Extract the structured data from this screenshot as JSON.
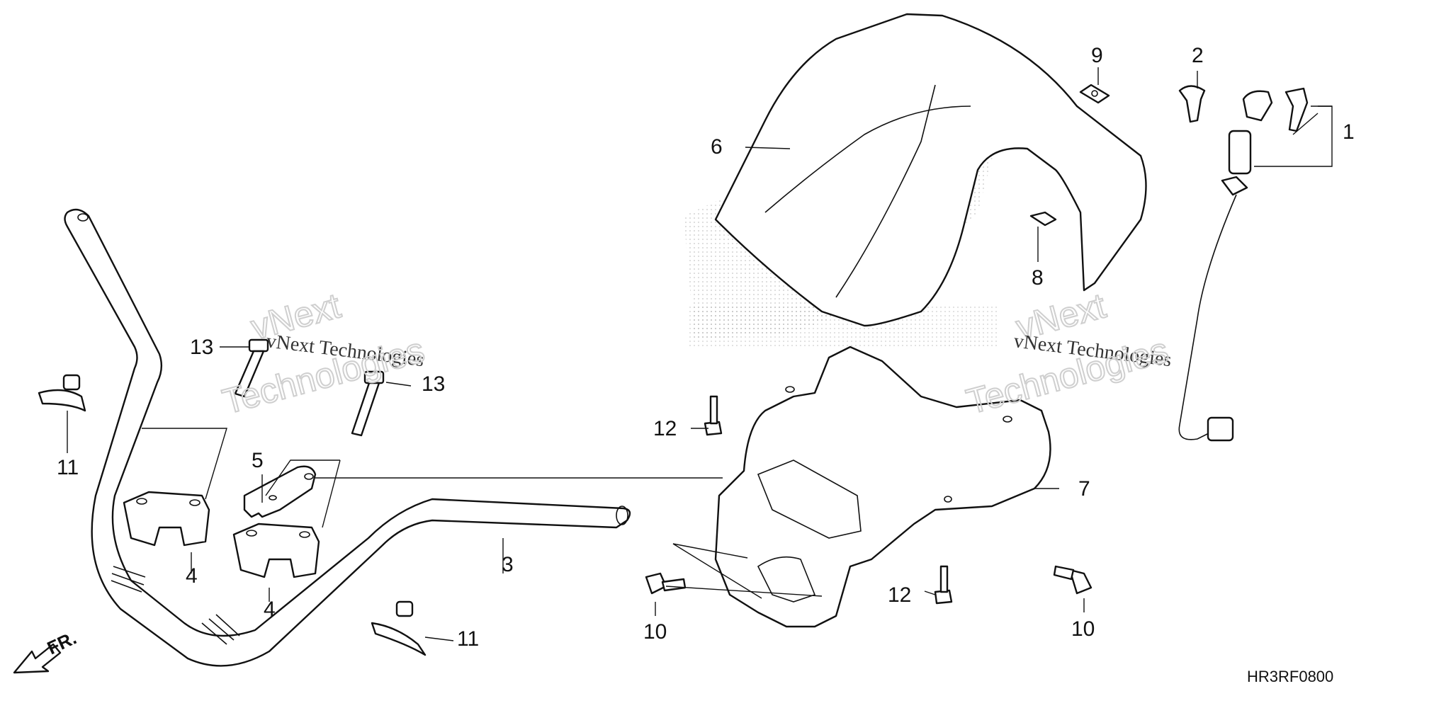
{
  "diagram": {
    "callouts": [
      {
        "id": "c1",
        "label": "1"
      },
      {
        "id": "c2",
        "label": "2"
      },
      {
        "id": "c3",
        "label": "3"
      },
      {
        "id": "c4a",
        "label": "4"
      },
      {
        "id": "c4b",
        "label": "4"
      },
      {
        "id": "c5",
        "label": "5"
      },
      {
        "id": "c6",
        "label": "6"
      },
      {
        "id": "c7",
        "label": "7"
      },
      {
        "id": "c8",
        "label": "8"
      },
      {
        "id": "c9",
        "label": "9"
      },
      {
        "id": "c10a",
        "label": "10"
      },
      {
        "id": "c10b",
        "label": "10"
      },
      {
        "id": "c11a",
        "label": "11"
      },
      {
        "id": "c11b",
        "label": "11"
      },
      {
        "id": "c12a",
        "label": "12"
      },
      {
        "id": "c12b",
        "label": "12"
      },
      {
        "id": "c13a",
        "label": "13"
      },
      {
        "id": "c13b",
        "label": "13"
      }
    ],
    "direction_label": "FR.",
    "diagram_code": "HR3RF0800",
    "watermarks": [
      {
        "line1": "vNext",
        "line2": "vNext Technologies",
        "line3": "Technologies"
      },
      {
        "line1": "vNext",
        "line2": "vNext Technologies",
        "line3": "Technologies"
      }
    ]
  }
}
